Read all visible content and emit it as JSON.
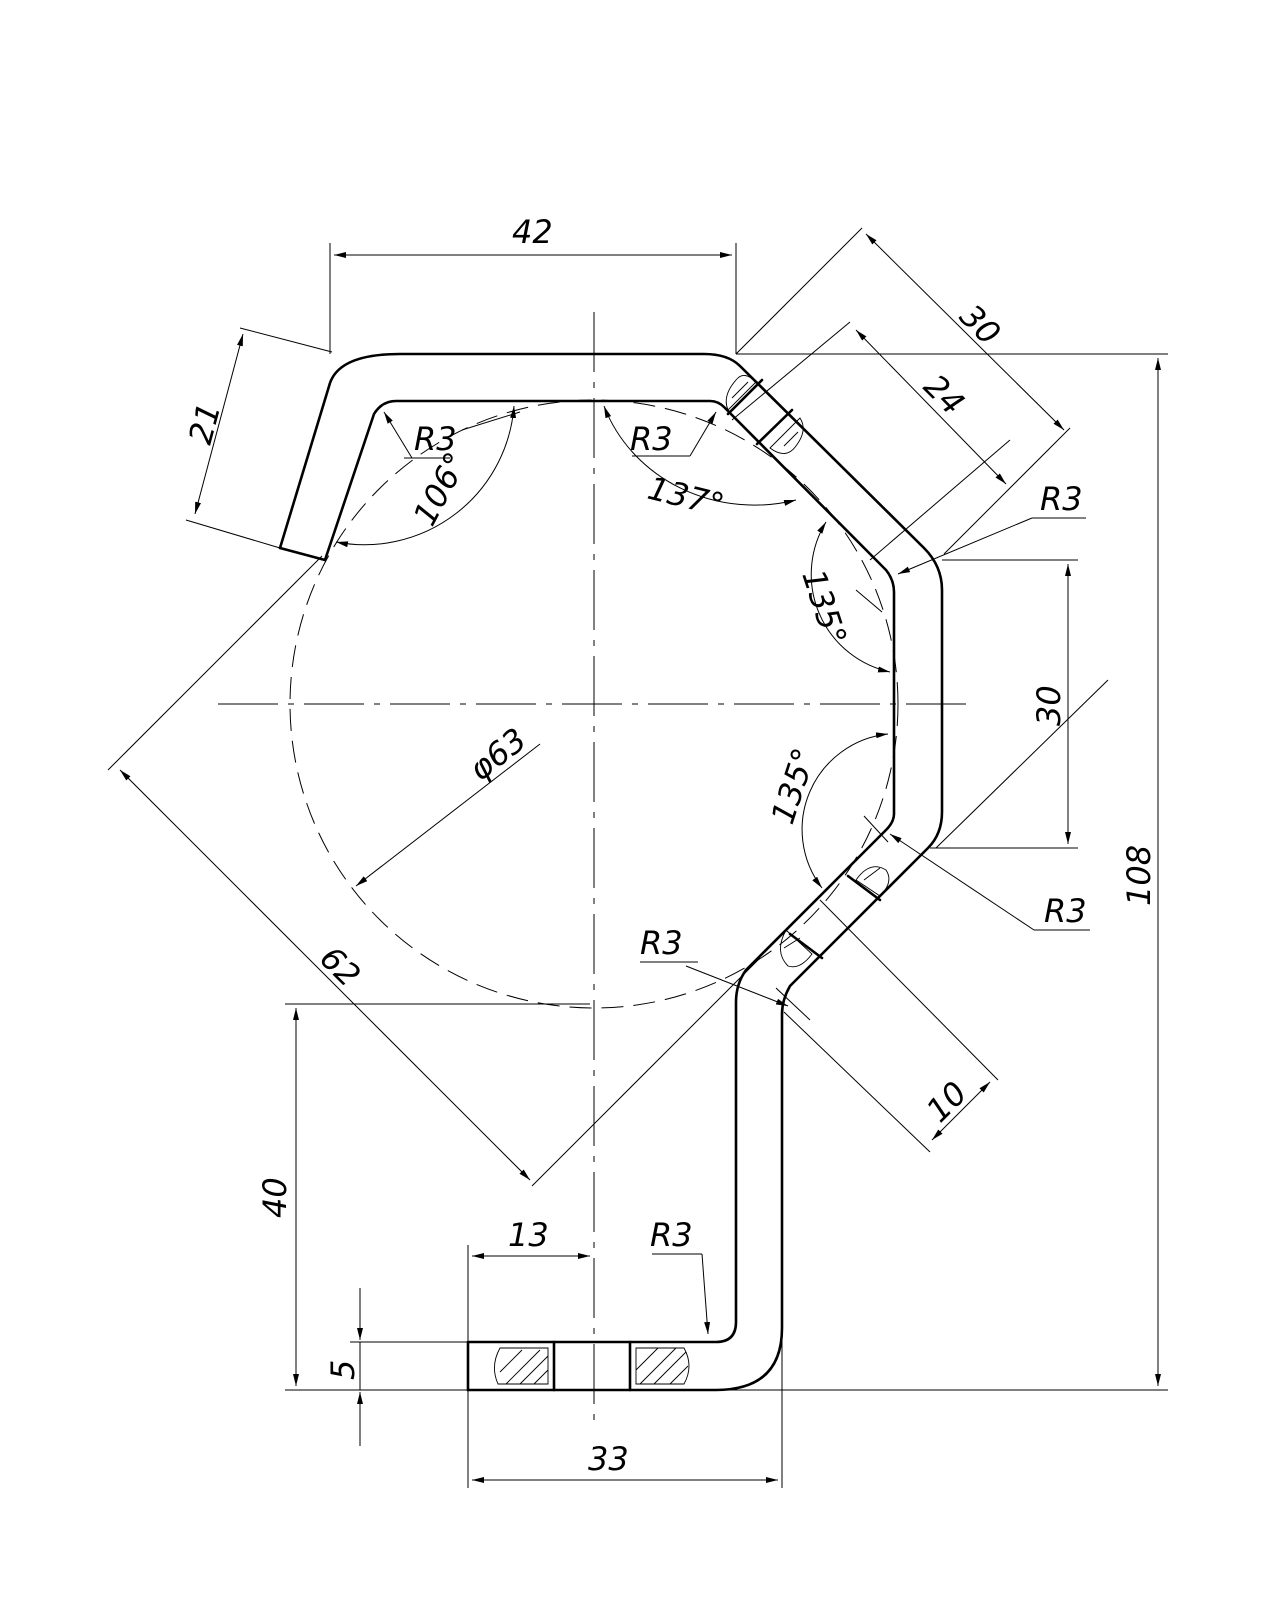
{
  "dimensions": {
    "d42": "42",
    "d30_diag": "30",
    "d24": "24",
    "d21": "21",
    "d30_vert": "30",
    "d108": "108",
    "d63": "φ63",
    "d62": "62",
    "d10": "10",
    "d40": "40",
    "d13": "13",
    "d5": "5",
    "d33": "33"
  },
  "radii": {
    "r_top_left": "R3",
    "r_top_mid": "R3",
    "r_right_top": "R3",
    "r_right_bottom": "R3",
    "r_lower_bend": "R3",
    "r_bottom": "R3"
  },
  "angles": {
    "a106": "106°",
    "a137": "137°",
    "a135_top": "135°",
    "a135_bottom": "135°"
  }
}
